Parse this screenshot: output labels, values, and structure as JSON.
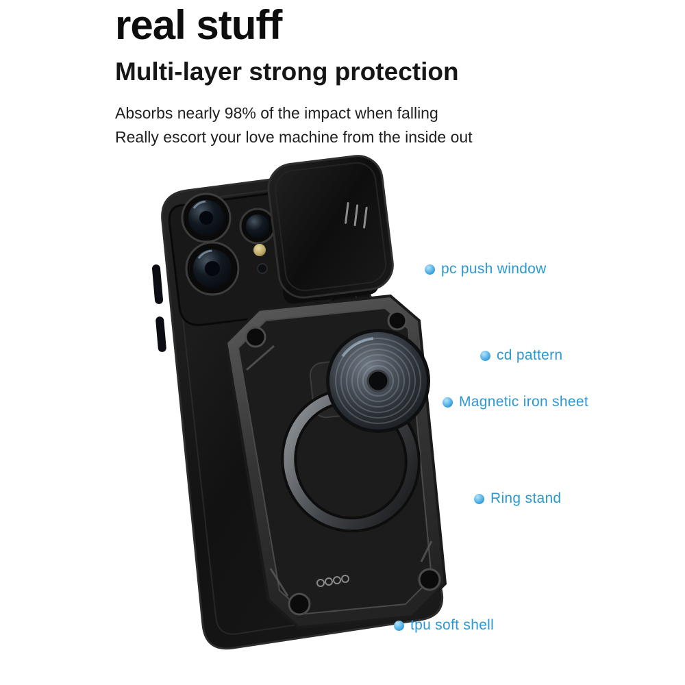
{
  "header": {
    "title": "real stuff",
    "subtitle": "Multi-layer strong protection",
    "description": [
      "Absorbs nearly 98% of the impact when falling",
      "Really escort your love machine from the inside out"
    ]
  },
  "callouts": [
    {
      "label": "pc push window"
    },
    {
      "label": "cd pattern"
    },
    {
      "label": "Magnetic iron sheet"
    },
    {
      "label": "Ring stand"
    },
    {
      "label": "tpu soft shell"
    }
  ],
  "product": {
    "illustration": "black armor phone case with slide camera cover, cd-pattern ring stand"
  },
  "colors": {
    "accent_blue": "#2b97d3",
    "heading": "#0d0d0d",
    "case_black": "#141414"
  }
}
